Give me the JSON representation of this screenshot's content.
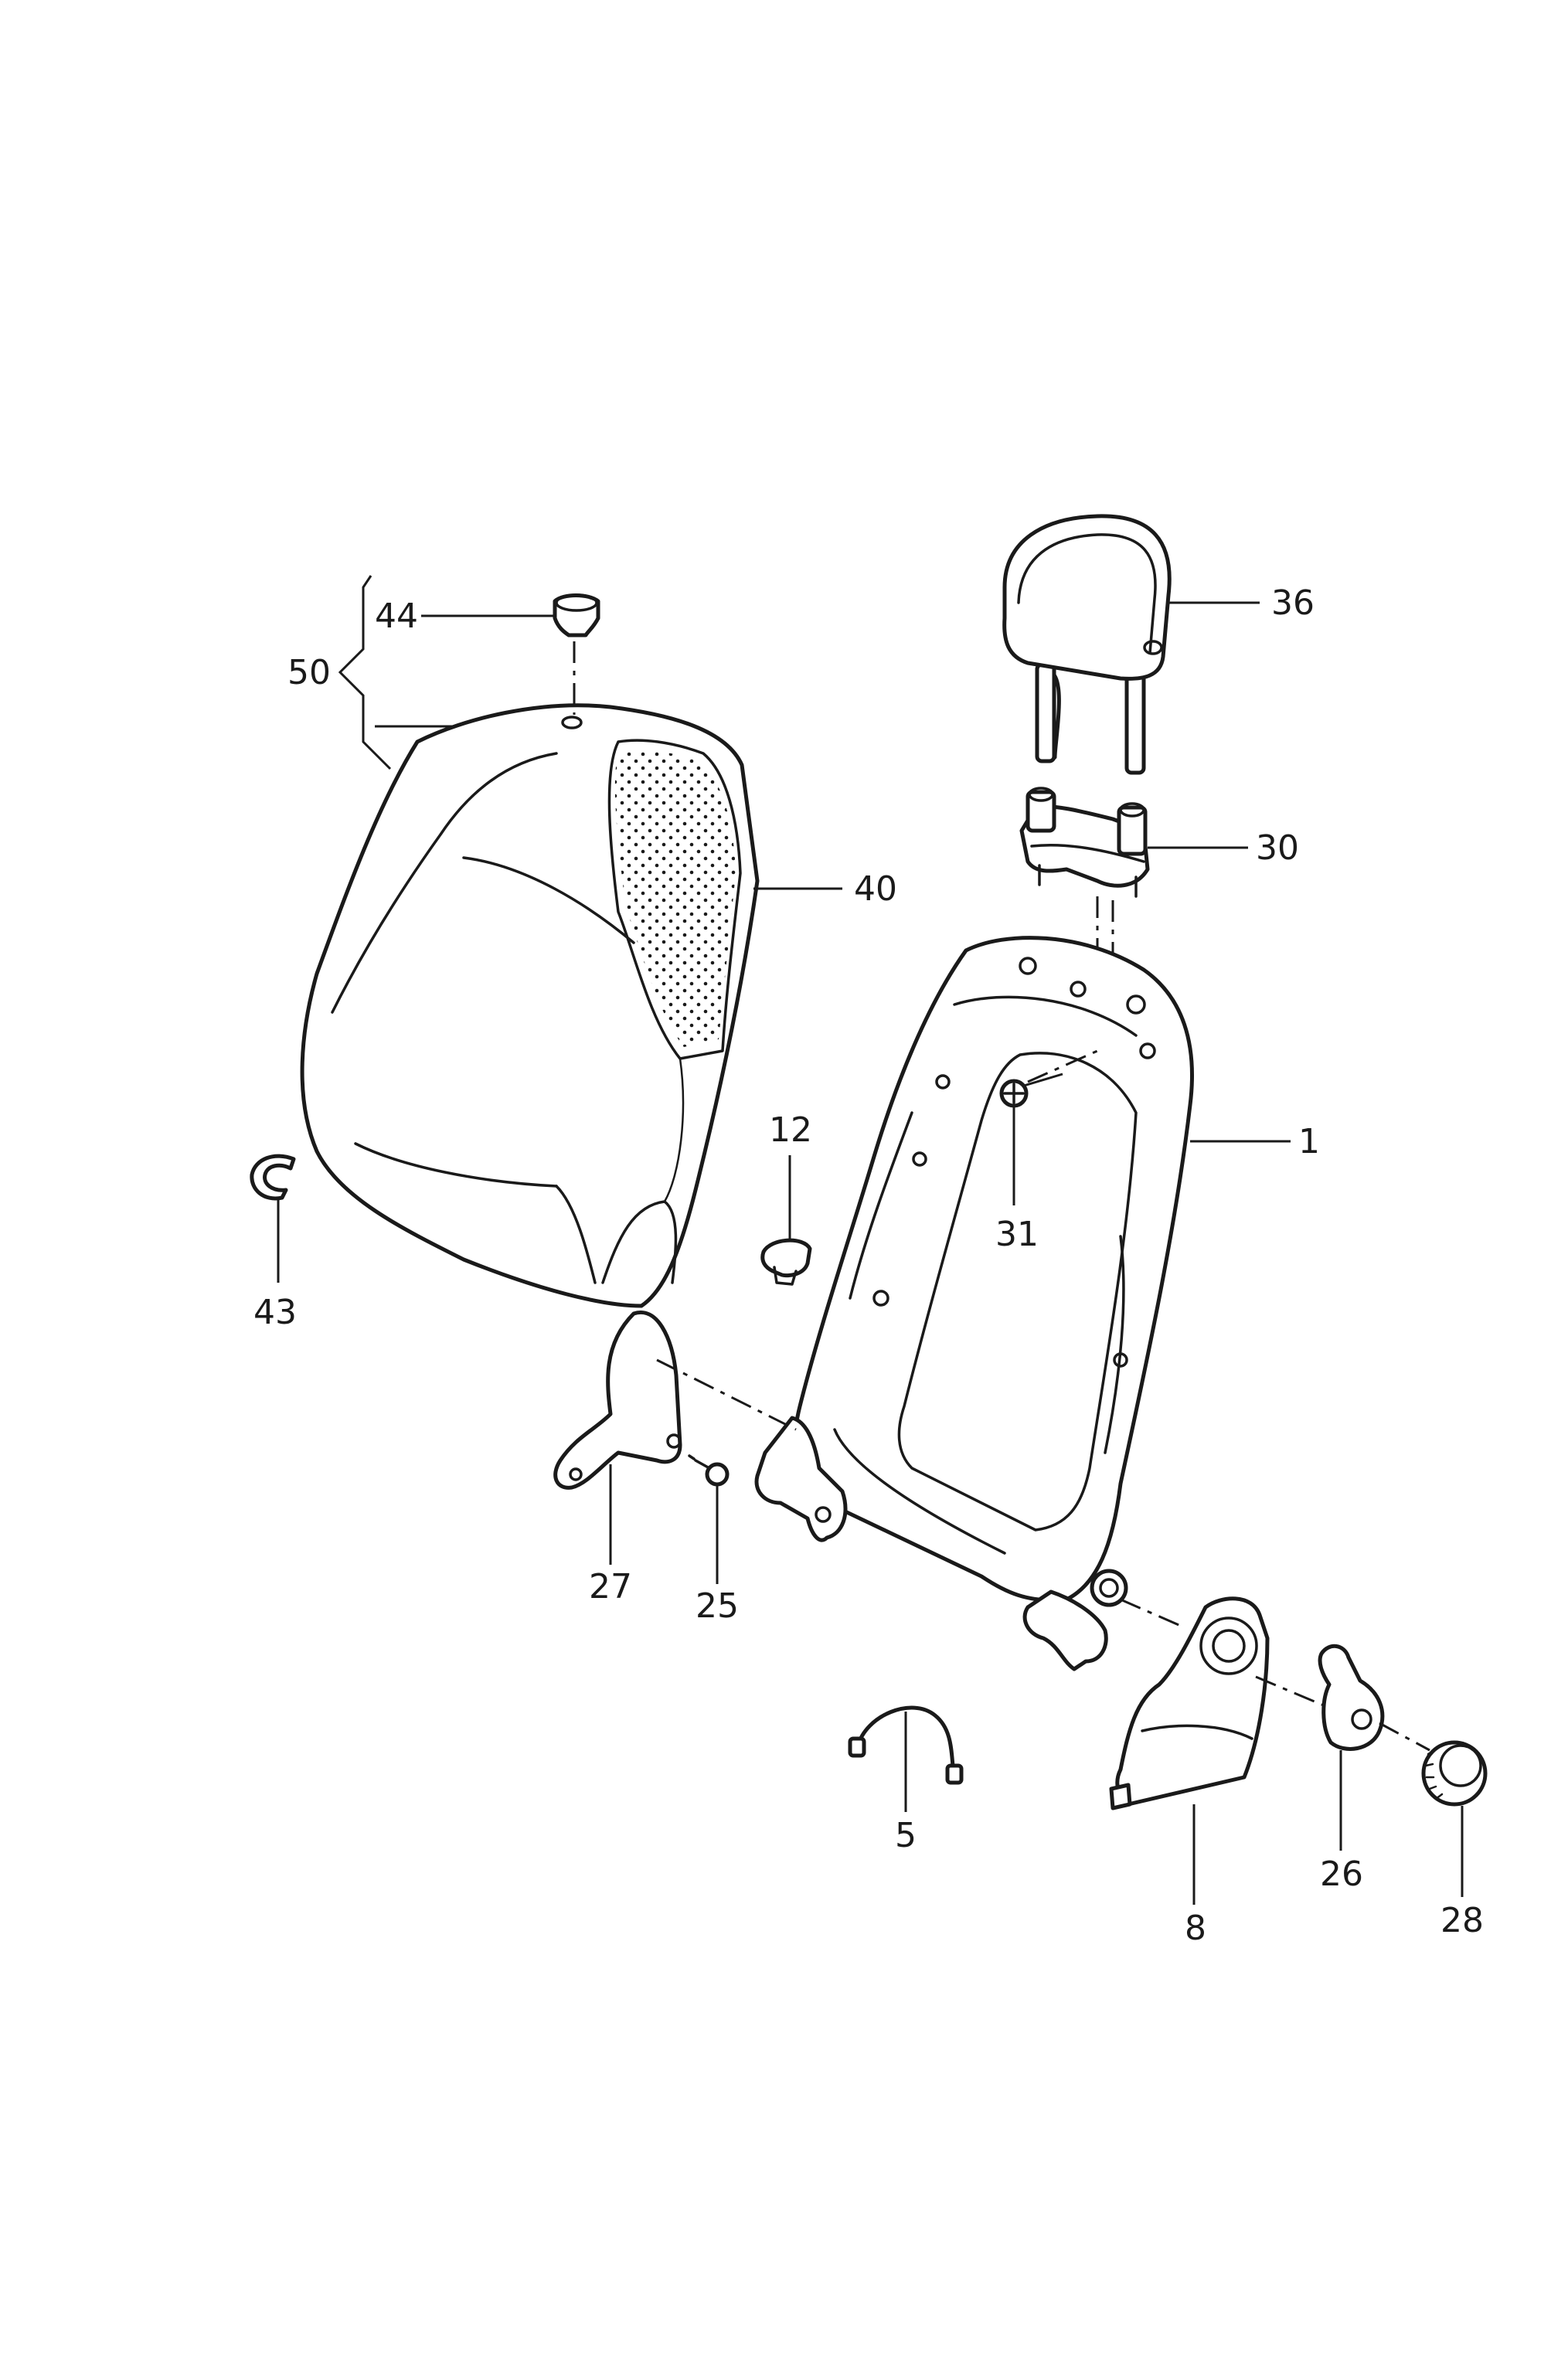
{
  "diagram": {
    "line_color": "#1a1a1a",
    "background": "#ffffff",
    "callouts": {
      "p1": "1",
      "p5": "5",
      "p8": "8",
      "p12": "12",
      "p25": "25",
      "p26": "26",
      "p27": "27",
      "p28": "28",
      "p30": "30",
      "p31": "31",
      "p36": "36",
      "p40": "40",
      "p43": "43",
      "p44": "44",
      "p50": "50"
    }
  }
}
